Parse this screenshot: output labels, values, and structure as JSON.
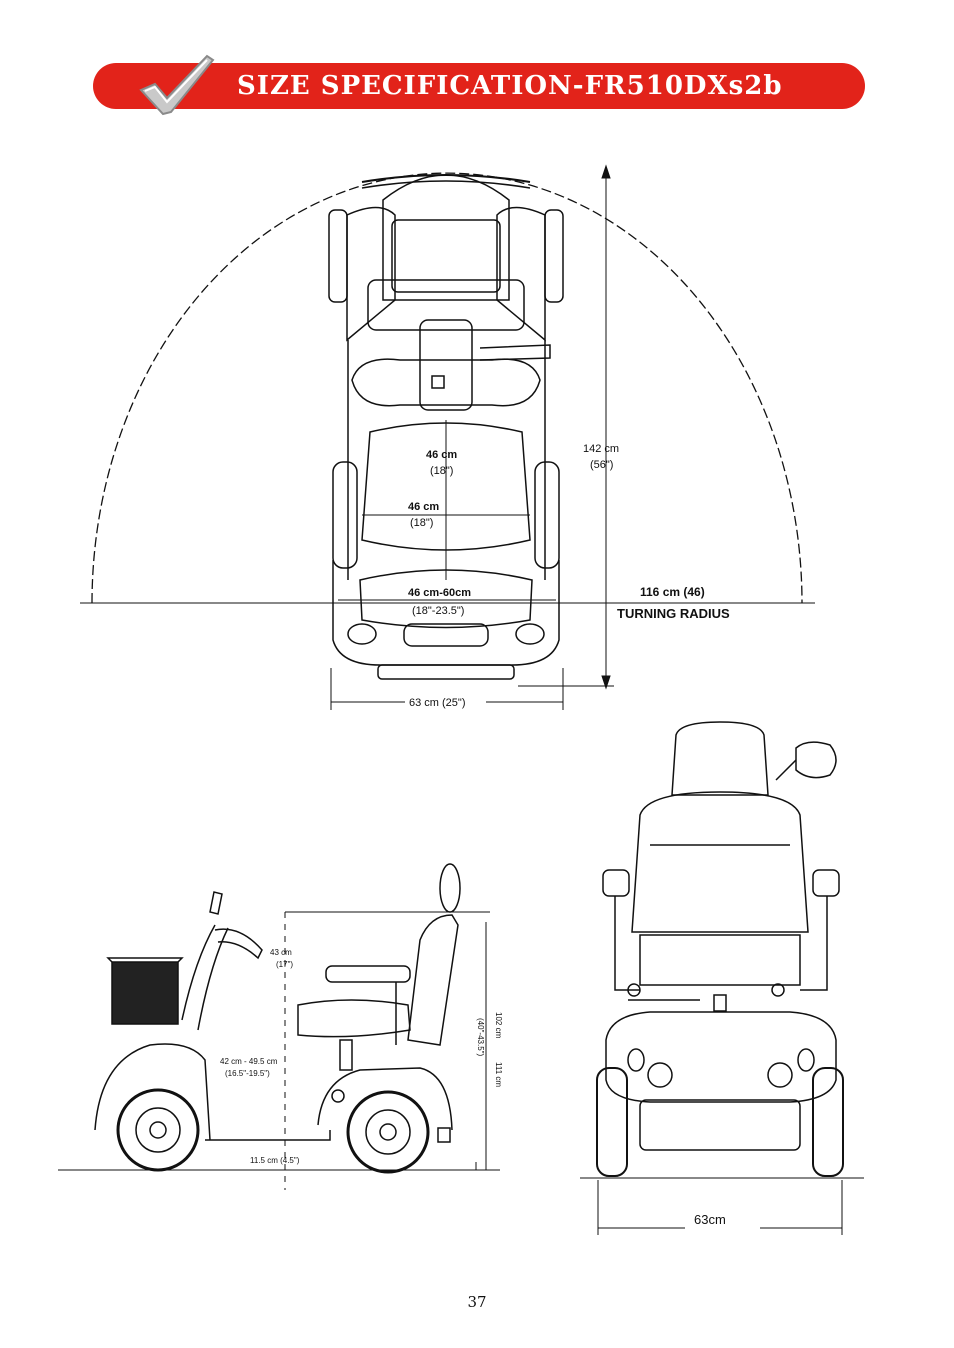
{
  "header": {
    "title": "SIZE SPECIFICATION-FR510DXs2b"
  },
  "top_view": {
    "length": "142 cm",
    "length_in": "(56\")",
    "seat_depth": "46 cm",
    "seat_depth_in": "(18\")",
    "seat_width": "46 cm",
    "seat_width_in": "(18\")",
    "arm_width": "46 cm-60cm",
    "arm_width_in": "(18\"-23.5\")",
    "turning": "116 cm (46)",
    "turning_label": "TURNING RADIUS",
    "width": "63 cm (25\")"
  },
  "side_view": {
    "seat_to_arm": "43 cm",
    "seat_to_arm_in": "(17\")",
    "seat_height": "42 cm - 49.5 cm",
    "seat_height_in": "(16.5\"-19.5\")",
    "clearance": "11.5 cm (4.5\")",
    "height_a": "102 cm",
    "height_a_in": "(40\"-43.5\")",
    "height_b": "111 cm"
  },
  "rear_view": {
    "width": "63cm"
  },
  "footer": {
    "page_number": "37"
  }
}
